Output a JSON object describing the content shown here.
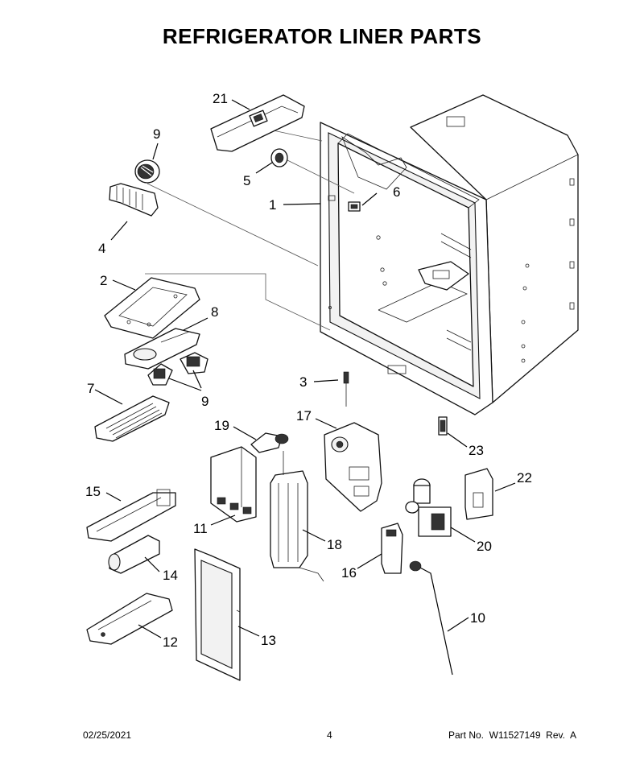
{
  "title": "REFRIGERATOR LINER PARTS",
  "callouts": [
    {
      "id": "c21",
      "label": "21"
    },
    {
      "id": "c9a",
      "label": "9"
    },
    {
      "id": "c5",
      "label": "5"
    },
    {
      "id": "c6",
      "label": "6"
    },
    {
      "id": "c1",
      "label": "1"
    },
    {
      "id": "c4",
      "label": "4"
    },
    {
      "id": "c2",
      "label": "2"
    },
    {
      "id": "c8",
      "label": "8"
    },
    {
      "id": "c9b",
      "label": "9"
    },
    {
      "id": "c7",
      "label": "7"
    },
    {
      "id": "c3",
      "label": "3"
    },
    {
      "id": "c19",
      "label": "19"
    },
    {
      "id": "c17",
      "label": "17"
    },
    {
      "id": "c23",
      "label": "23"
    },
    {
      "id": "c15",
      "label": "15"
    },
    {
      "id": "c11",
      "label": "11"
    },
    {
      "id": "c18",
      "label": "18"
    },
    {
      "id": "c22",
      "label": "22"
    },
    {
      "id": "c20",
      "label": "20"
    },
    {
      "id": "c16",
      "label": "16"
    },
    {
      "id": "c14",
      "label": "14"
    },
    {
      "id": "c10",
      "label": "10"
    },
    {
      "id": "c12",
      "label": "12"
    },
    {
      "id": "c13",
      "label": "13"
    }
  ],
  "footer": {
    "date": "02/25/2021",
    "page": "4",
    "part_no": "Part No.  W11527149  Rev.  A"
  }
}
